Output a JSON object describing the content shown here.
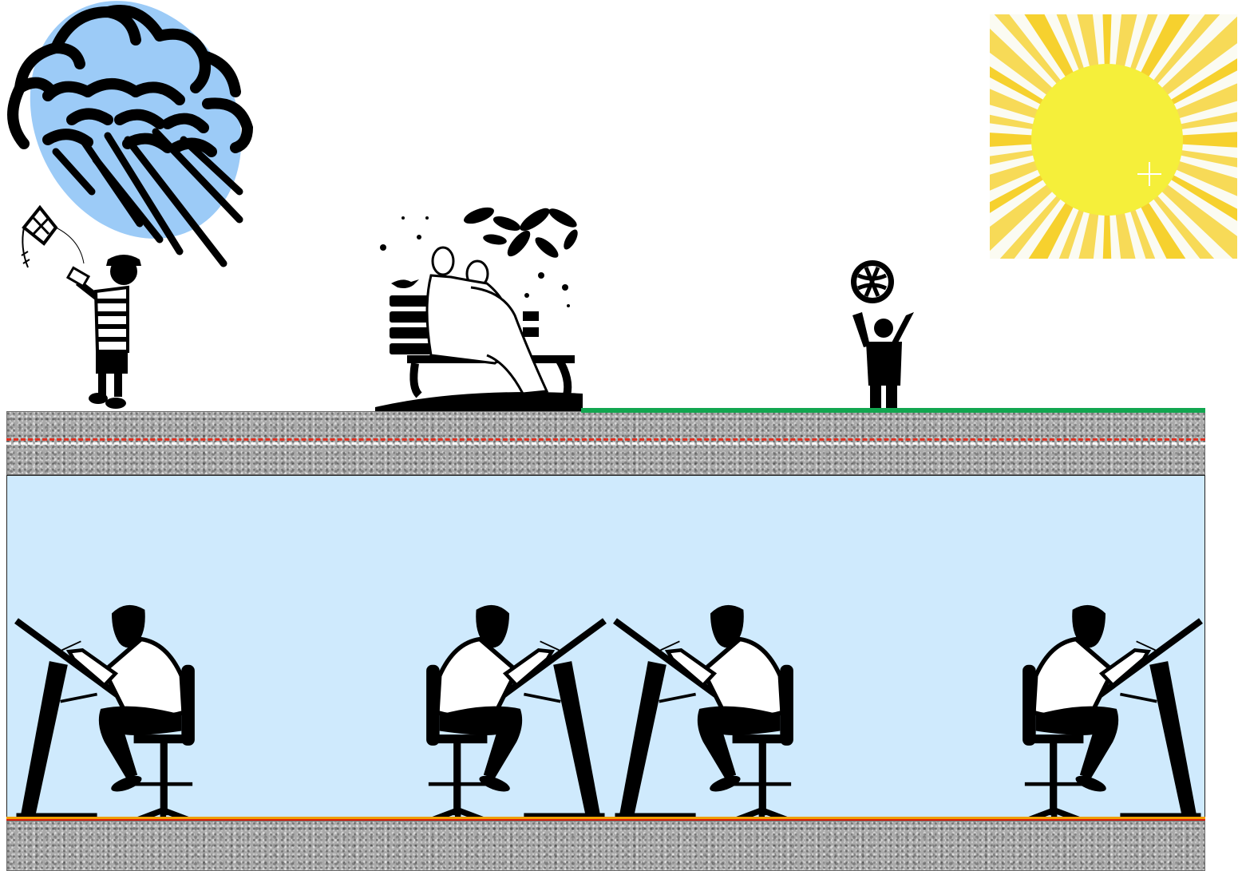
{
  "colors": {
    "sky": "#ffffff",
    "basement": "#cfeafd",
    "concrete": "#a9a9a9",
    "road_line_red": "#e03020",
    "road_line_white": "#ffffff",
    "grass_strip": "#12a650",
    "floor_line_orange": "#f0a000",
    "floor_line_red": "#d82010",
    "cloud_blue": "#9ccbf7",
    "sun_yellow": "#f5ef3a",
    "sun_ray": "#f6cf23",
    "silhouette": "#000000"
  },
  "scene": {
    "ground_level": "street",
    "underground_level": "office",
    "drafter_count": 4,
    "elements": [
      "rain-cloud",
      "sun",
      "kite-boy",
      "couple-on-bench",
      "child-with-ball",
      "drafter-at-table"
    ]
  }
}
